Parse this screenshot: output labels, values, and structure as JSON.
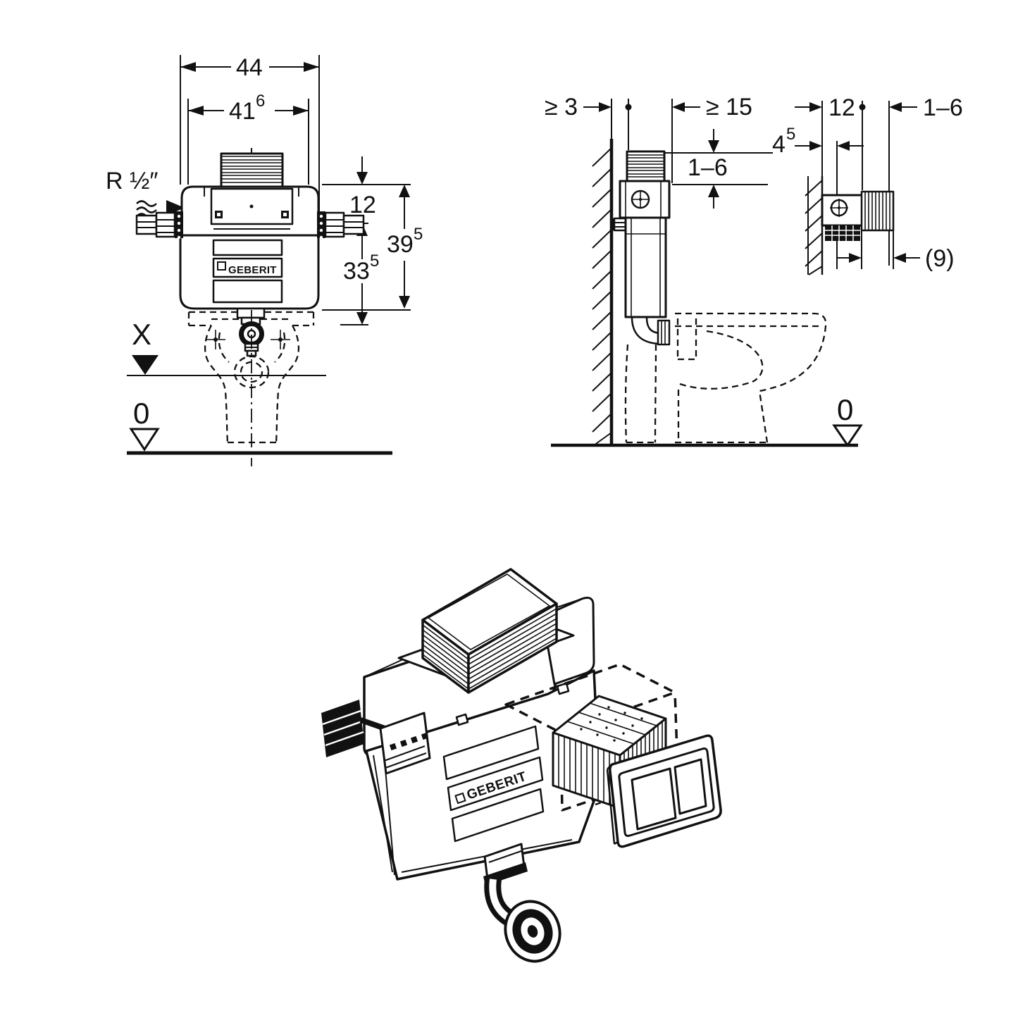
{
  "figure": {
    "kind": "technical-installation-drawing",
    "brand_logo": "GEBERIT",
    "line_color": "#111111",
    "background_color": "#ffffff"
  },
  "front_view": {
    "dim_width_outer": "44",
    "dim_width_inner_base": "41",
    "dim_width_inner_sup": "6",
    "label_supply_thread": "R ½″",
    "dim_top_offset": "12",
    "dim_height_total_base": "39",
    "dim_height_total_sup": "5",
    "dim_height_lower_base": "33",
    "dim_height_lower_sup": "5",
    "label_level_x": "X",
    "label_level_zero": "0"
  },
  "side_view": {
    "dim_wall_clearance": "≥ 3",
    "dim_front_clearance": "≥ 15",
    "dim_protrusion_range": "1–6",
    "label_level_zero": "0"
  },
  "detail_view": {
    "dim_depth": "12",
    "dim_frame_offset_base": "4",
    "dim_frame_offset_sup": "5",
    "dim_finish_range": "1–6",
    "dim_overall": "(9)"
  }
}
